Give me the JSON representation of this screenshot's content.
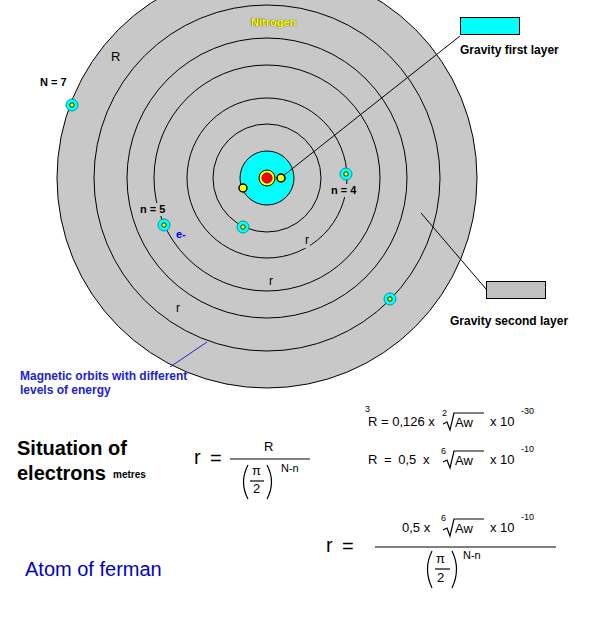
{
  "diagram": {
    "labels": [
      "Nitrogen",
      "R",
      "N = 7",
      "n = 4",
      "n = 5",
      "e-",
      "r",
      "r",
      "r",
      "Magnetic orbits with different levels of energy",
      "Situation of electrons",
      "metres",
      "r",
      "=",
      "R",
      "π",
      "2",
      "N-n",
      "R",
      "3",
      "= 0,126 x",
      "2",
      "Aw",
      "x 10",
      "-30",
      "R = 0,5 x",
      "6",
      "Aw",
      "x 10",
      "-10",
      "r",
      "=",
      "0,5 x",
      "6",
      "Aw",
      "x 10",
      "-10",
      "π",
      "2",
      "N-n",
      "Atom of ferman"
    ],
    "legend": [
      {
        "text": "Gravity first layer",
        "color": "#00ffff"
      },
      {
        "text": "Gravity second layer",
        "color": "#c0c0c0"
      }
    ]
  }
}
